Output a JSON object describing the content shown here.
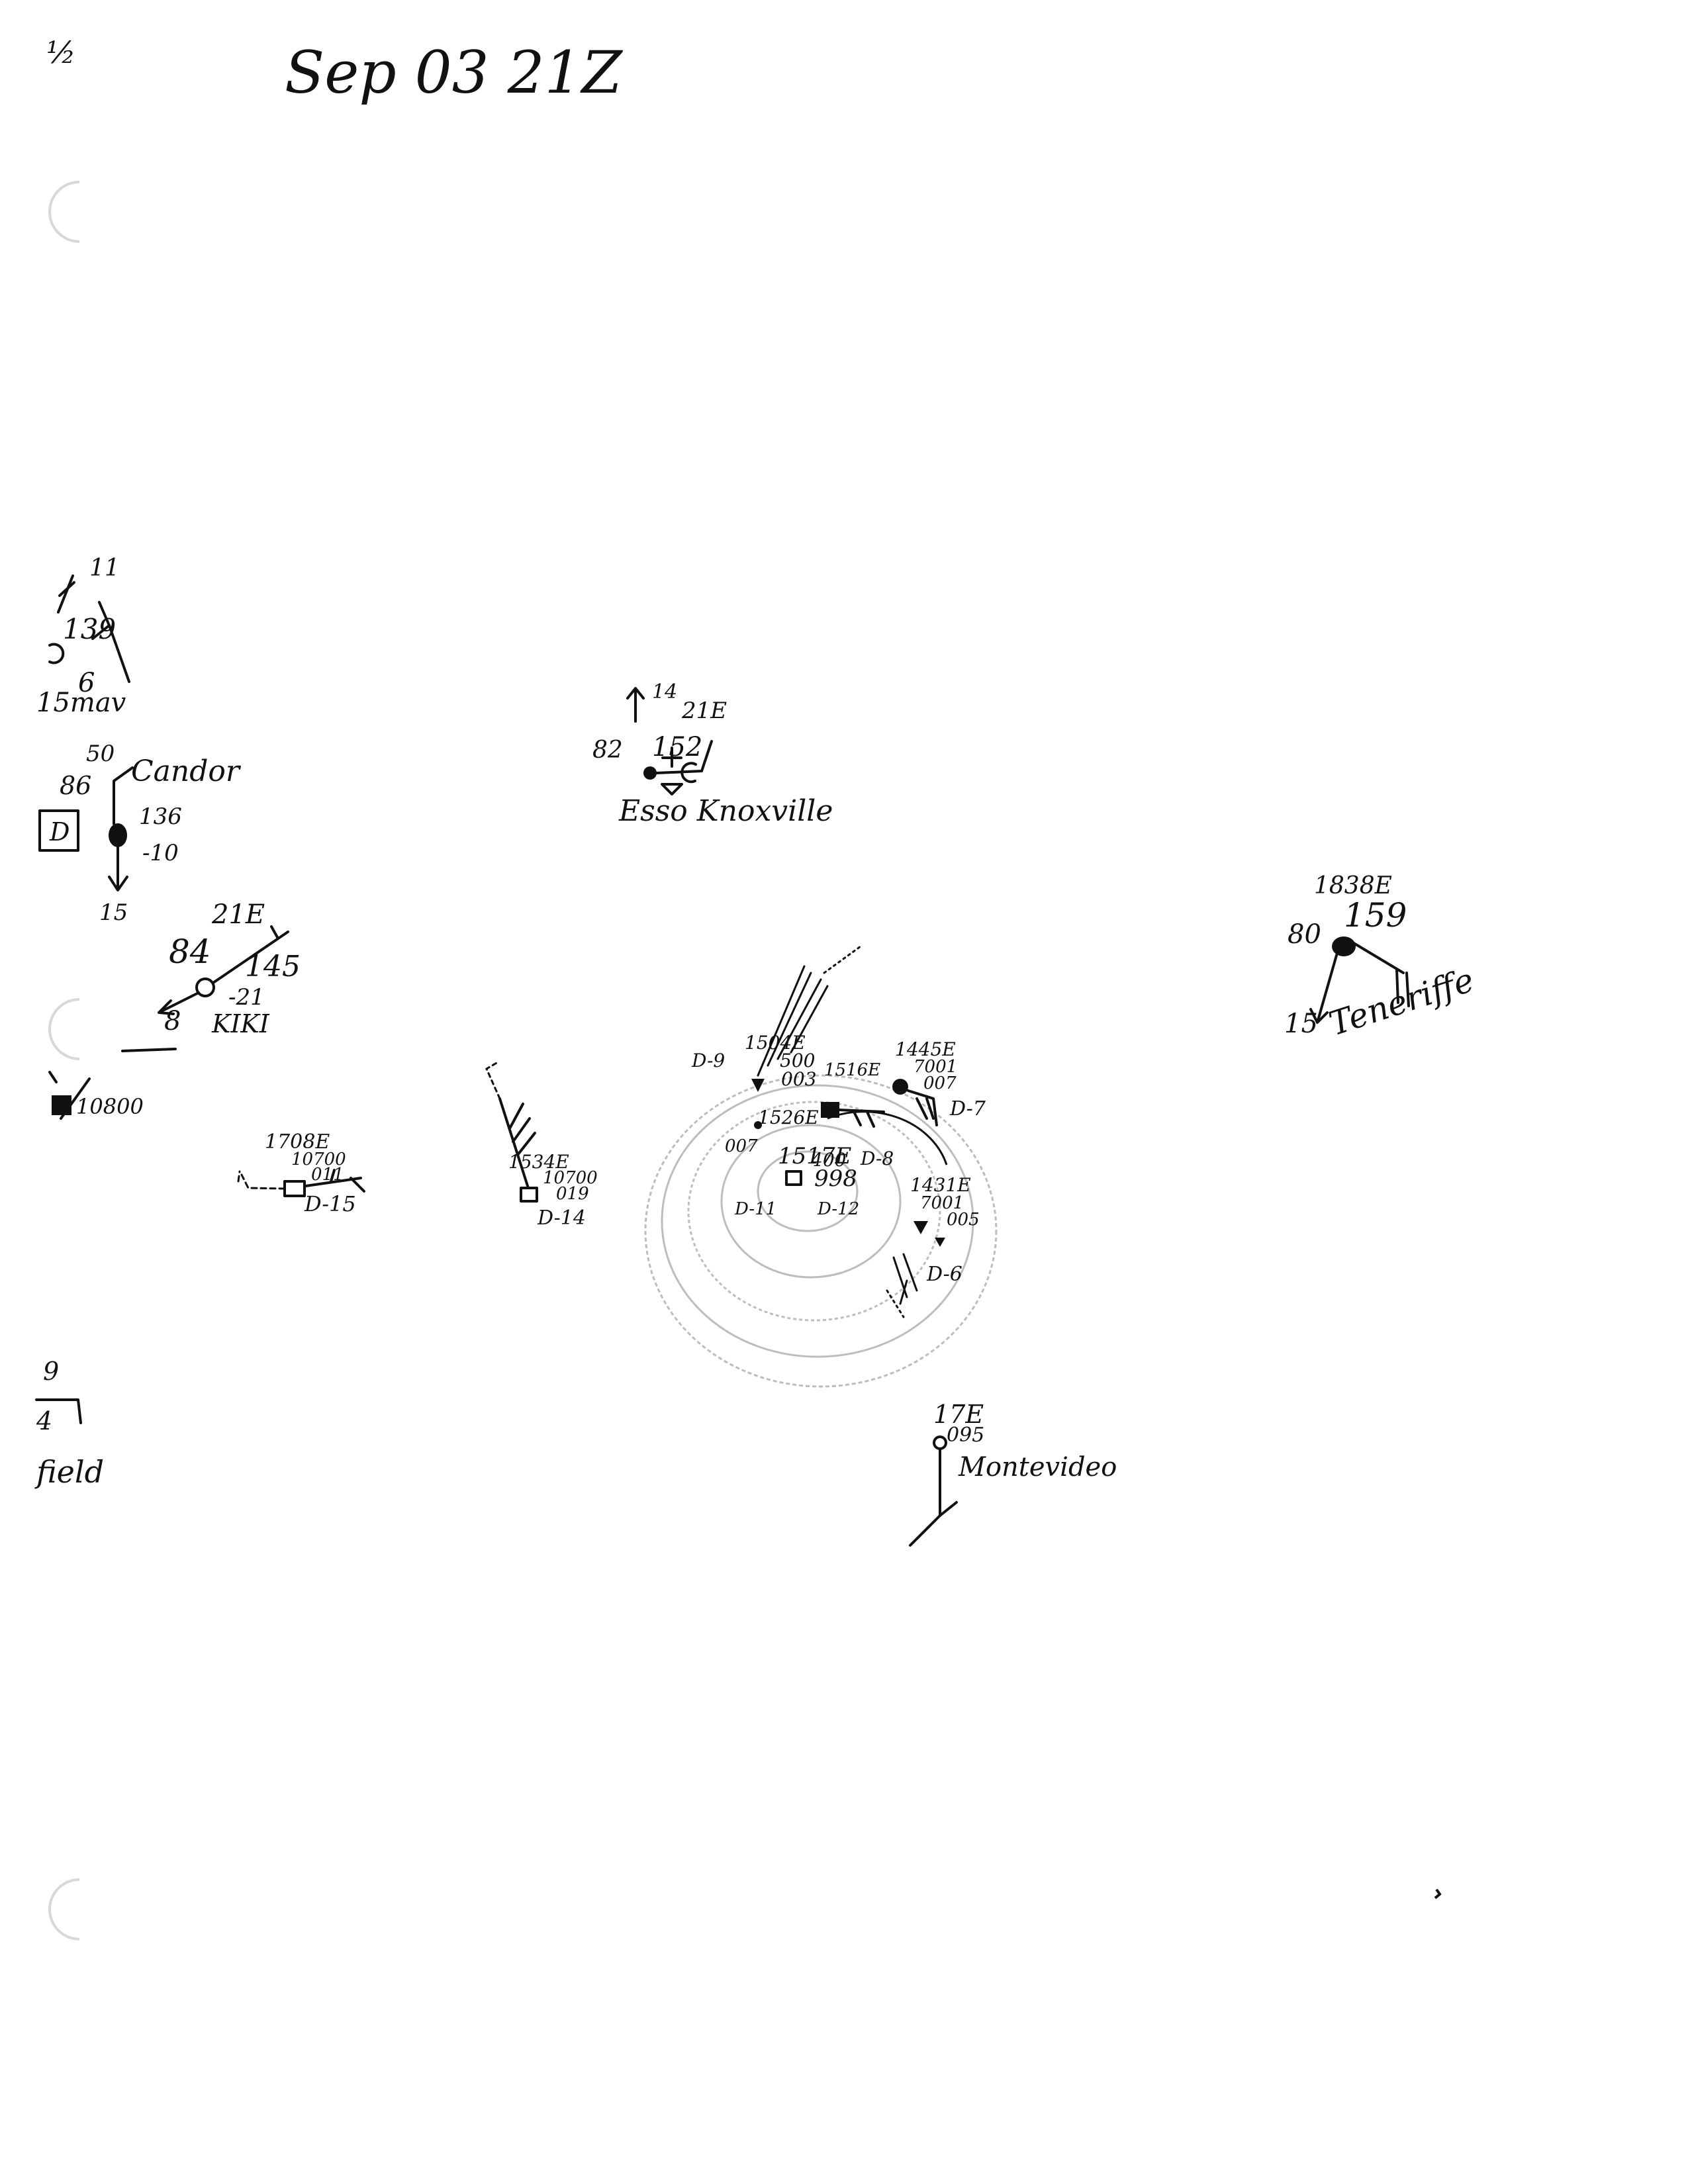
{
  "header": {
    "line1": "Sep 03 21Z",
    "corner": "½"
  },
  "stations": [
    {
      "id": "ismav",
      "values": [
        "11",
        "139",
        "6",
        "15mav"
      ]
    },
    {
      "id": "candor",
      "values": [
        "50",
        "Candor",
        "86",
        "D",
        "136",
        "-10",
        "15"
      ]
    },
    {
      "id": "kiki",
      "values": [
        "21E",
        "84",
        "145",
        "-21",
        "8",
        "KIKI"
      ]
    },
    {
      "id": "k10800",
      "values": [
        "10800"
      ]
    },
    {
      "id": "d15",
      "values": [
        "1708E",
        "10700",
        "011",
        "D-15"
      ]
    },
    {
      "id": "d14",
      "values": [
        "1534E",
        "10700",
        "019",
        "D-14"
      ]
    },
    {
      "id": "d9",
      "values": [
        "D-9",
        "1504E",
        "500",
        "003"
      ]
    },
    {
      "id": "d8",
      "values": [
        "1516E",
        "D-8"
      ]
    },
    {
      "id": "center",
      "values": [
        "1526E",
        "007",
        "1517E",
        "400",
        "998",
        "D-11",
        "D-12"
      ]
    },
    {
      "id": "d7",
      "values": [
        "1445E",
        "7001",
        "007",
        "D-7"
      ]
    },
    {
      "id": "d6",
      "values": [
        "1431E",
        "7001",
        "005",
        "D-6"
      ]
    },
    {
      "id": "esso",
      "values": [
        "14",
        "21E",
        "82",
        "152",
        "Esso Knoxville"
      ]
    },
    {
      "id": "tenerife",
      "values": [
        "1838E",
        "80",
        "159",
        "15",
        "Teneriffe"
      ]
    },
    {
      "id": "montevideo",
      "values": [
        "17E",
        "095",
        "Montevideo"
      ]
    },
    {
      "id": "field",
      "values": [
        "9",
        "4",
        "field"
      ]
    }
  ]
}
